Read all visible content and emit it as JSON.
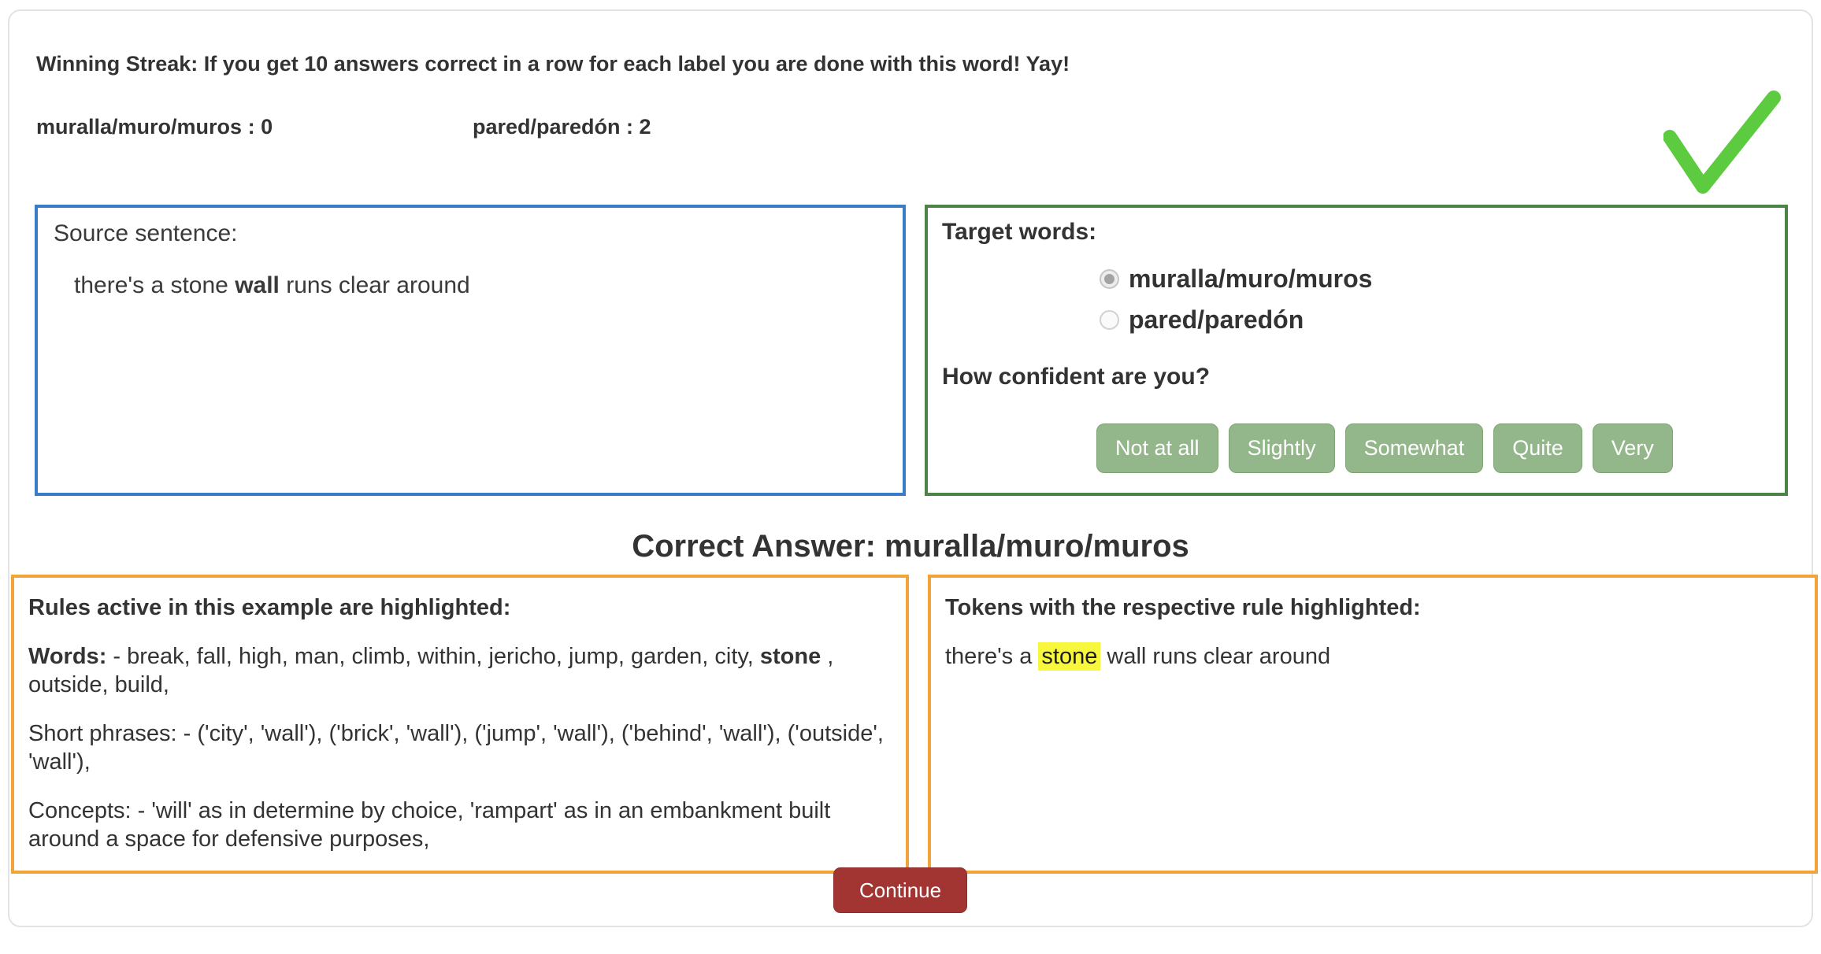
{
  "header": {
    "winning_streak": "Winning Streak: If you get 10 answers correct in a row for each label you are done with this word! Yay!",
    "streaks": [
      {
        "label": "muralla/muro/muros",
        "sep": " : ",
        "count": "0"
      },
      {
        "label": "pared/paredón",
        "sep": " : ",
        "count": "2"
      }
    ]
  },
  "source_panel": {
    "title": "Source sentence:",
    "pre": "there's a stone ",
    "target": "wall",
    "post": " runs clear around"
  },
  "target_panel": {
    "title": "Target words:",
    "options": [
      {
        "label": "muralla/muro/muros",
        "selected": true
      },
      {
        "label": "pared/paredón",
        "selected": false
      }
    ],
    "confidence_question": "How confident are you?",
    "confidence_buttons": [
      "Not at all",
      "Slightly",
      "Somewhat",
      "Quite",
      "Very"
    ]
  },
  "correct_answer": "Correct Answer: muralla/muro/muros",
  "rules_panel": {
    "title": "Rules active in this example are highlighted:",
    "words_label": "Words:",
    "words_pre": " - break, fall, high, man, climb, within, jericho, jump, garden, city, ",
    "words_bold_token": "stone",
    "words_post": " , outside, build,",
    "short_phrases": "Short phrases: - ('city', 'wall'), ('brick', 'wall'), ('jump', 'wall'), ('behind', 'wall'), ('outside', 'wall'),",
    "concepts": "Concepts: - 'will' as in determine by choice, 'rampart' as in an embankment built around a space for defensive purposes,"
  },
  "tokens_panel": {
    "title": "Tokens with the respective rule highlighted:",
    "pre": "there's a ",
    "highlighted": "stone",
    "post": " wall runs clear around"
  },
  "continue_label": "Continue",
  "colors": {
    "source_border": "#3b7cc7",
    "target_border": "#4e8348",
    "rules_border": "#f0a43a",
    "confidence_button_bg": "#93b78a",
    "continue_bg": "#a23531",
    "token_highlight": "#f7f73e",
    "check_green": "#5ccb3f"
  }
}
